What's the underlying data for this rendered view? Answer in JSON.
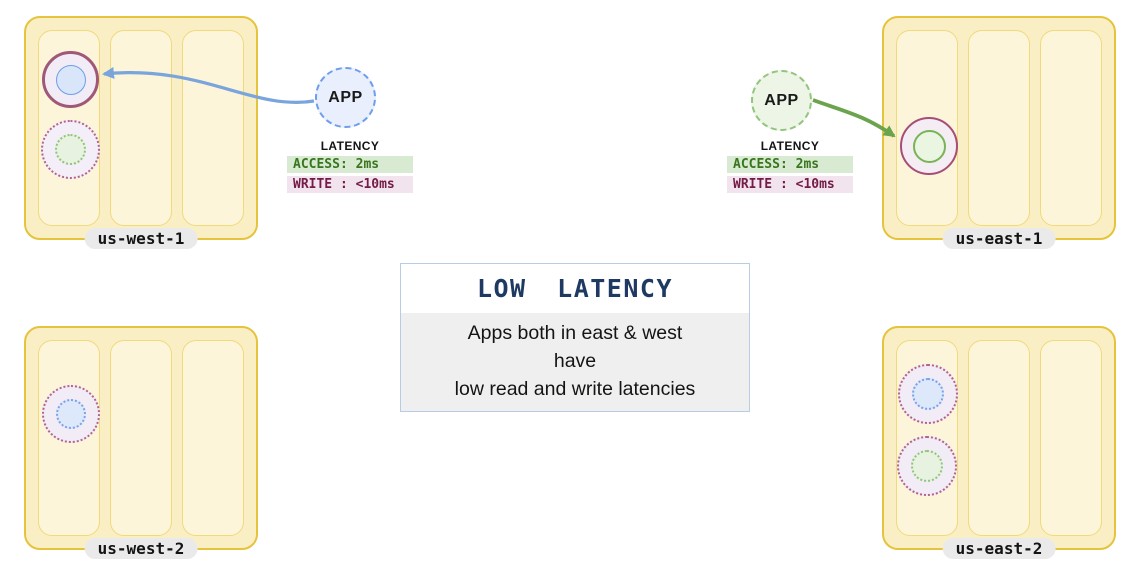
{
  "regions": [
    {
      "label": "us-west-1"
    },
    {
      "label": "us-east-1"
    },
    {
      "label": "us-west-2"
    },
    {
      "label": "us-east-2"
    }
  ],
  "apps": {
    "west": {
      "label": "APP",
      "latency_heading": "LATENCY",
      "access": "ACCESS: 2ms",
      "write": "WRITE : <10ms"
    },
    "east": {
      "label": "APP",
      "latency_heading": "LATENCY",
      "access": "ACCESS: 2ms",
      "write": "WRITE : <10ms"
    }
  },
  "callout": {
    "title": "LOW LATENCY",
    "body": "Apps both in east & west\nhave\nlow read and write latencies"
  },
  "colors": {
    "region_fill": "#FAEFC4",
    "region_border": "#E6C33D",
    "zone_fill": "#FCF5D9",
    "zone_border": "#F0DA7C",
    "accent_blue": "#6D9EEB",
    "accent_green": "#6AA84F",
    "accent_maroon": "#A64D79",
    "dotted_ring_pink": "#B4638E",
    "access_text": "#38761D",
    "access_bg": "#D9EAD3",
    "write_text": "#741B47",
    "write_bg": "#F2E4EE",
    "title_navy": "#1E3A63",
    "arrow_blue": "#7AA4DC",
    "arrow_green": "#6BA44D"
  }
}
